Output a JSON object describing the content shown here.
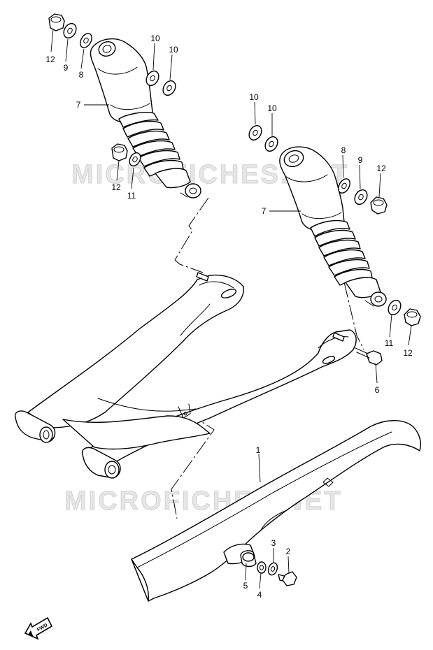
{
  "watermark": {
    "text_top": "MICROFICHES.NET",
    "text_bottom": "MICROFICHES.NET"
  },
  "fwd_badge": {
    "label": "FWD",
    "icon": "forward-arrow-icon"
  },
  "callouts": {
    "left_12_top": "12",
    "left_9": "9",
    "left_8": "8",
    "left_10a": "10",
    "left_10b": "10",
    "left_7": "7",
    "left_12_low": "12",
    "left_11": "11",
    "right_10a": "10",
    "right_10b": "10",
    "right_8": "8",
    "right_9": "9",
    "right_12_top": "12",
    "right_7": "7",
    "right_11": "11",
    "right_12_low": "12",
    "bolt_6": "6",
    "guard_1": "1",
    "item_3": "3",
    "item_2": "2",
    "item_5": "5",
    "item_4": "4"
  }
}
